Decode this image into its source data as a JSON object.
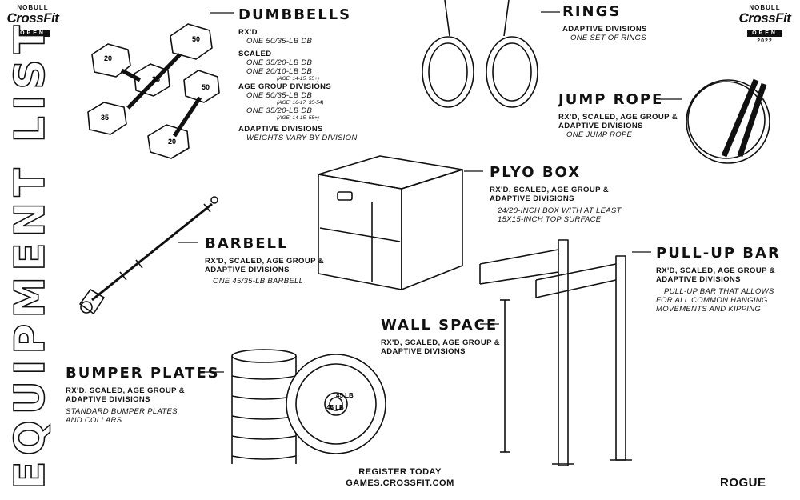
{
  "brand": {
    "line1": "NOBULL",
    "line2": "CrossFit",
    "line3": "OPEN",
    "line4": "2022"
  },
  "title": "EQUIPMENT LIST",
  "dumbbells": {
    "heading": "DUMBBELLS",
    "rxd": "RX'D",
    "rxd_item": "ONE 50/35-LB DB",
    "scaled": "SCALED",
    "scaled_item1": "ONE 35/20-LB DB",
    "scaled_item2": "ONE 20/10-LB DB",
    "scaled_note": "(AGE: 14-15, 55+)",
    "age": "AGE GROUP DIVISIONS",
    "age_item1": "ONE 50/35-LB DB",
    "age_note1": "(AGE: 16-17, 35-54)",
    "age_item2": "ONE 35/20-LB DB",
    "age_note2": "(AGE: 14-15, 55+)",
    "adaptive": "ADAPTIVE DIVISIONS",
    "adaptive_item": "WEIGHTS VARY BY DIVISION",
    "db_labels": [
      "20",
      "35",
      "50",
      "35",
      "50",
      "20"
    ]
  },
  "rings": {
    "heading": "RINGS",
    "cat": "ADAPTIVE DIVISIONS",
    "item": "ONE SET OF RINGS"
  },
  "jump_rope": {
    "heading": "JUMP ROPE",
    "cat1": "RX'D, SCALED, AGE GROUP &",
    "cat2": "ADAPTIVE DIVISIONS",
    "item": "ONE JUMP ROPE"
  },
  "plyo_box": {
    "heading": "PLYO BOX",
    "cat1": "RX'D, SCALED, AGE GROUP &",
    "cat2": "ADAPTIVE DIVISIONS",
    "item1": "24/20-INCH BOX WITH AT LEAST",
    "item2": "15X15-INCH TOP SURFACE"
  },
  "barbell": {
    "heading": "BARBELL",
    "cat1": "RX'D, SCALED, AGE GROUP &",
    "cat2": "ADAPTIVE DIVISIONS",
    "item": "ONE 45/35-LB BARBELL"
  },
  "pullup": {
    "heading": "PULL-UP BAR",
    "cat1": "RX'D, SCALED, AGE GROUP &",
    "cat2": "ADAPTIVE DIVISIONS",
    "item1": "PULL-UP BAR THAT ALLOWS",
    "item2": "FOR ALL COMMON HANGING",
    "item3": "MOVEMENTS AND KIPPING"
  },
  "wall": {
    "heading": "WALL SPACE",
    "cat1": "RX'D, SCALED, AGE GROUP &",
    "cat2": "ADAPTIVE DIVISIONS"
  },
  "bumper": {
    "heading": "BUMPER PLATES",
    "cat1": "RX'D, SCALED, AGE GROUP &",
    "cat2": "ADAPTIVE DIVISIONS",
    "item1": "STANDARD BUMPER PLATES",
    "item2": "AND COLLARS",
    "plate_label1": "45 LB",
    "plate_label2": "45 LB"
  },
  "footer": {
    "line1": "REGISTER TODAY",
    "line2": "GAMES.CROSSFIT.COM"
  },
  "sponsor": "ROGUE"
}
